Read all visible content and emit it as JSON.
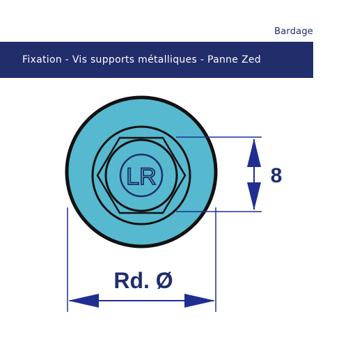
{
  "header": {
    "category": "Bardage",
    "title": "Fixation - Vis supports métalliques - Panne Zed"
  },
  "diagram": {
    "head_marking": "LR",
    "height_dimension": "8",
    "diameter_dimension": "Rd. Ø"
  },
  "colors": {
    "band": "#222d6b",
    "washer_fill": "#56b9cf",
    "outline": "#111111",
    "dimension_lines": "#1f2e8f",
    "dimension_text": "#1f2e6b"
  }
}
